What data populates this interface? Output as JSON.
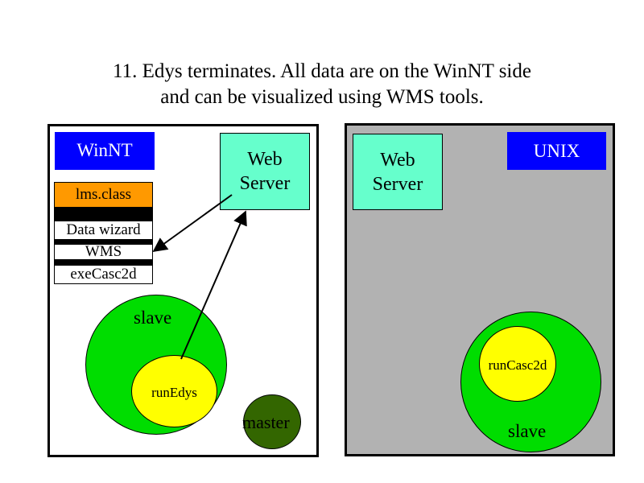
{
  "title": {
    "line1": "11. Edys terminates. All data are on the WinNT side",
    "line2": "and can be visualized using WMS tools."
  },
  "winnt": {
    "label": "WinNT",
    "web_server": "Web\nServer",
    "stack": [
      "lms.class",
      "Data wizard",
      "WMS",
      "exeCasc2d"
    ],
    "slave_label": "slave",
    "run_label": "runEdys",
    "master_label": "master"
  },
  "unix": {
    "label": "UNIX",
    "web_server": "Web\nServer",
    "run_label": "runCasc2d",
    "slave_label": "slave"
  },
  "colors": {
    "blue_label": "#0000ff",
    "label_text": "#ffffff",
    "web_server_fill": "#66ffcc",
    "stack_orange": "#ff9900",
    "slave_green": "#00dd00",
    "run_yellow": "#ffff00",
    "master_dark_green": "#336600",
    "unix_panel": "#b2b2b2"
  },
  "icons": {
    "arrow_to_stack": "arrow-icon",
    "arrow_to_server": "arrow-icon"
  }
}
